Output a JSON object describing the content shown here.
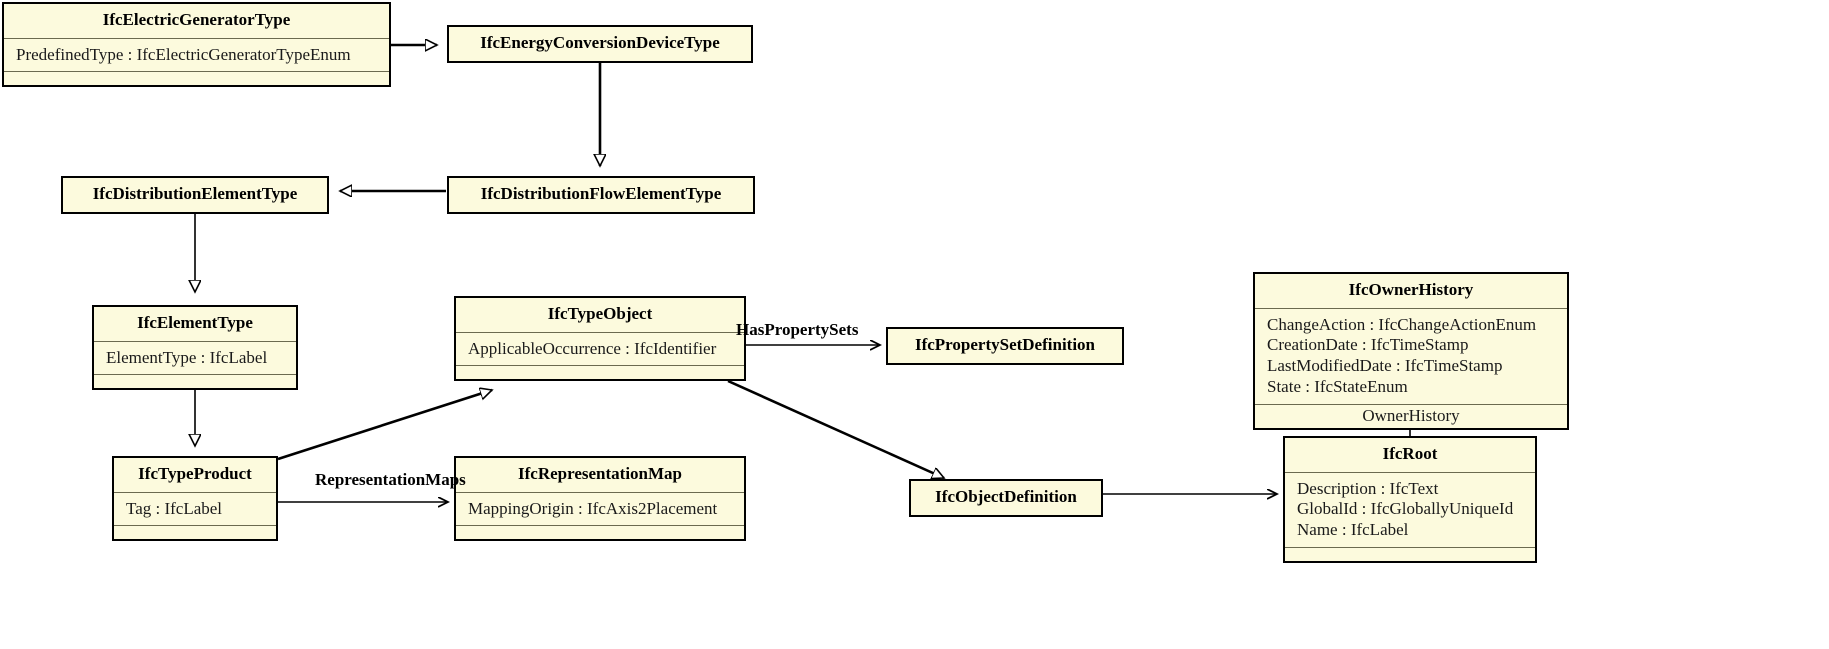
{
  "diagram": {
    "title": "IFC Type Object UML class diagram",
    "colors": {
      "class_fill": "#fcfadd",
      "class_border": "#000000",
      "separator": "#6b6a4f",
      "edge": "#000000",
      "background": "#ffffff"
    }
  },
  "classes": {
    "electric_generator_type": {
      "name": "IfcElectricGeneratorType",
      "attributes": [
        "PredefinedType : IfcElectricGeneratorTypeEnum"
      ]
    },
    "energy_conversion_device_type": {
      "name": "IfcEnergyConversionDeviceType",
      "attributes": []
    },
    "distribution_flow_element_type": {
      "name": "IfcDistributionFlowElementType",
      "attributes": []
    },
    "distribution_element_type": {
      "name": "IfcDistributionElementType",
      "attributes": []
    },
    "element_type": {
      "name": "IfcElementType",
      "attributes": [
        "ElementType : IfcLabel"
      ]
    },
    "type_object": {
      "name": "IfcTypeObject",
      "attributes": [
        "ApplicableOccurrence : IfcIdentifier"
      ]
    },
    "property_set_definition": {
      "name": "IfcPropertySetDefinition",
      "attributes": []
    },
    "type_product": {
      "name": "IfcTypeProduct",
      "attributes": [
        "Tag : IfcLabel"
      ]
    },
    "representation_map": {
      "name": "IfcRepresentationMap",
      "attributes": [
        "MappingOrigin : IfcAxis2Placement"
      ]
    },
    "object_definition": {
      "name": "IfcObjectDefinition",
      "attributes": []
    },
    "owner_history": {
      "name": "IfcOwnerHistory",
      "attributes": [
        "ChangeAction : IfcChangeActionEnum",
        "CreationDate : IfcTimeStamp",
        "LastModifiedDate : IfcTimeStamp",
        "State : IfcStateEnum"
      ],
      "association_row": "OwnerHistory"
    },
    "root": {
      "name": "IfcRoot",
      "attributes": [
        "Description : IfcText",
        "GlobalId : IfcGloballyUniqueId",
        "Name : IfcLabel"
      ]
    }
  },
  "edge_labels": {
    "has_property_sets": "HasPropertySets",
    "representation_maps": "RepresentationMaps"
  }
}
